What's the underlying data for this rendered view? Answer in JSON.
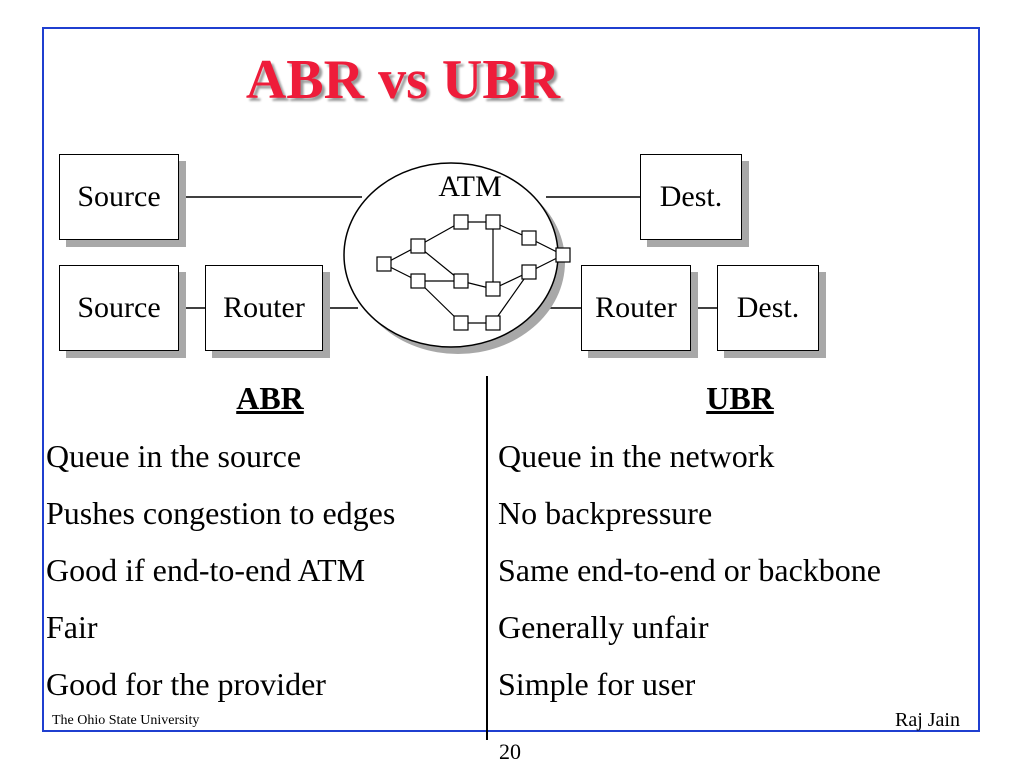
{
  "slide": {
    "title": "ABR vs UBR",
    "title_color": "#ee1c3a",
    "frame_color": "#1f3fd0"
  },
  "diagram": {
    "cloud_label": "ATM",
    "top_row": {
      "source": "Source",
      "dest": "Dest."
    },
    "bottom_row": {
      "source": "Source",
      "router_left": "Router",
      "router_right": "Router",
      "dest": "Dest."
    }
  },
  "comparison": {
    "abr": {
      "heading": "ABR",
      "items": [
        "Queue in the source",
        "Pushes congestion to edges",
        "Good if end-to-end ATM",
        "Fair",
        "Good for the provider"
      ]
    },
    "ubr": {
      "heading": "UBR",
      "items": [
        "Queue in the network",
        "No backpressure",
        "Same end-to-end or backbone",
        "Generally unfair",
        "Simple for user"
      ]
    }
  },
  "footer": {
    "institution": "The Ohio State University",
    "author": "Raj Jain",
    "page_number": "20"
  }
}
